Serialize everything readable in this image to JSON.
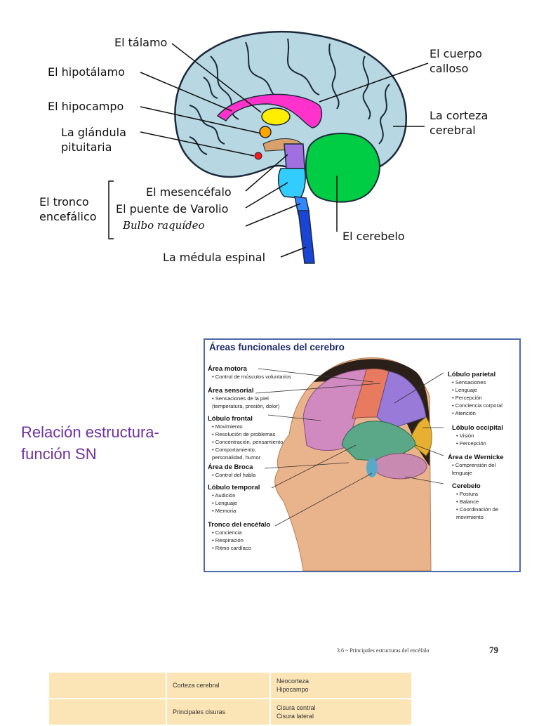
{
  "slide1": {
    "labels": {
      "talamo": "El tálamo",
      "hipotalamo": "El hipotálamo",
      "hipocampo": "El hipocampo",
      "glandula_1": "La glándula",
      "glandula_2": "pituitaria",
      "cuerpo_1": "El cuerpo",
      "cuerpo_2": "calloso",
      "corteza_1": "La corteza",
      "corteza_2": "cerebral",
      "tronco_1": "El tronco",
      "tronco_2": "encefálico",
      "mesencefalo": "El mesencéfalo",
      "puente": "El puente de Varolio",
      "bulbo": "Bulbo raquídeo",
      "cerebelo": "El cerebelo",
      "medula": "La médula espinal"
    }
  },
  "slide2": {
    "title": "Relación estructura-función SN",
    "figure_title": "Áreas funcionales del cerebro",
    "areas_left": [
      {
        "heading": "Área motora",
        "items": [
          "Control de músculos voluntarios"
        ]
      },
      {
        "heading": "Área sensorial",
        "items": [
          "Sensaciones de la piel",
          "(temperatura, presión, dolor)"
        ]
      },
      {
        "heading": "Lóbulo frontal",
        "items": [
          "Movimiento",
          "Resolución de problemas",
          "Concentración, pensamiento",
          "Comportamiento,",
          "personalidad, humor"
        ]
      },
      {
        "heading": "Área de Broca",
        "items": [
          "Control del habla"
        ]
      },
      {
        "heading": "Lóbulo temporal",
        "items": [
          "Audición",
          "Lenguaje",
          "Memoria"
        ]
      },
      {
        "heading": "Tronco del encéfalo",
        "items": [
          "Conciencia",
          "Respiración",
          "Ritmo cardíaco"
        ]
      }
    ],
    "areas_right": [
      {
        "heading": "Lóbulo parietal",
        "items": [
          "Sensaciones",
          "Lenguaje",
          "Percepción",
          "Conciencia corporal",
          "Atención"
        ]
      },
      {
        "heading": "Lóbulo occipital",
        "items": [
          "Visión",
          "Percepción"
        ]
      },
      {
        "heading": "Área de Wernicke",
        "items": [
          "Comprensión del",
          "lenguaje"
        ]
      },
      {
        "heading": "Cerebelo",
        "items": [
          "Postura",
          "Balance",
          "Coordinación de",
          "movimiento"
        ]
      }
    ]
  },
  "slide3": {
    "running_head": "3.6 ~ Principales estructuras del encéfalo",
    "page_number": "79",
    "table": [
      {
        "col1": "",
        "col2": "Corteza cerebral",
        "col3": [
          "Neocorteza",
          "Hipocampo"
        ]
      },
      {
        "col1": "",
        "col2": "Principales cisuras",
        "col3": [
          "Cisura central",
          "Cisura lateral"
        ]
      }
    ]
  },
  "colors": {
    "title_purple": "#7030a0",
    "brain_blue": "#b7d7e3",
    "fornix_magenta": "#ff33cc",
    "thalamus_yellow": "#ffee00",
    "cerebellum_green": "#00cc44",
    "table_bg": "#fbe4b5"
  }
}
